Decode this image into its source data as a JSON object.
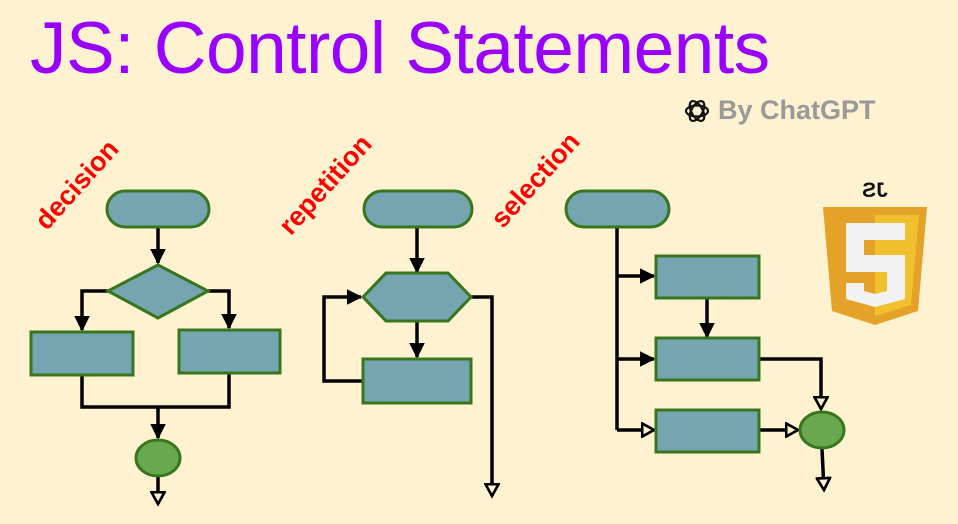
{
  "title": "JS: Control Statements",
  "credit": {
    "text": "By ChatGPT",
    "icon": "openai-logo-icon"
  },
  "logo": {
    "text": "JS",
    "glyph": "5",
    "icon": "javascript-shield-logo"
  },
  "flowcharts": [
    {
      "label": "decision",
      "nodes": [
        "start-terminal",
        "decision-diamond",
        "branch-process-left",
        "branch-process-right",
        "end-connector"
      ]
    },
    {
      "label": "repetition",
      "nodes": [
        "start-terminal",
        "loop-condition-hexagon",
        "loop-body-process"
      ]
    },
    {
      "label": "selection",
      "nodes": [
        "start-terminal",
        "case-process-1",
        "case-process-2",
        "case-process-3",
        "end-connector"
      ]
    }
  ],
  "colors": {
    "background": "#FFF2D1",
    "title": "#9900FF",
    "label": "#FF0000",
    "credit": "#999999",
    "shape_fill": "#75A5B0",
    "shape_stroke": "#38761D",
    "connector_fill": "#6AA84F",
    "logo_dark": "#E5A228",
    "logo_light": "#F0C02E"
  }
}
